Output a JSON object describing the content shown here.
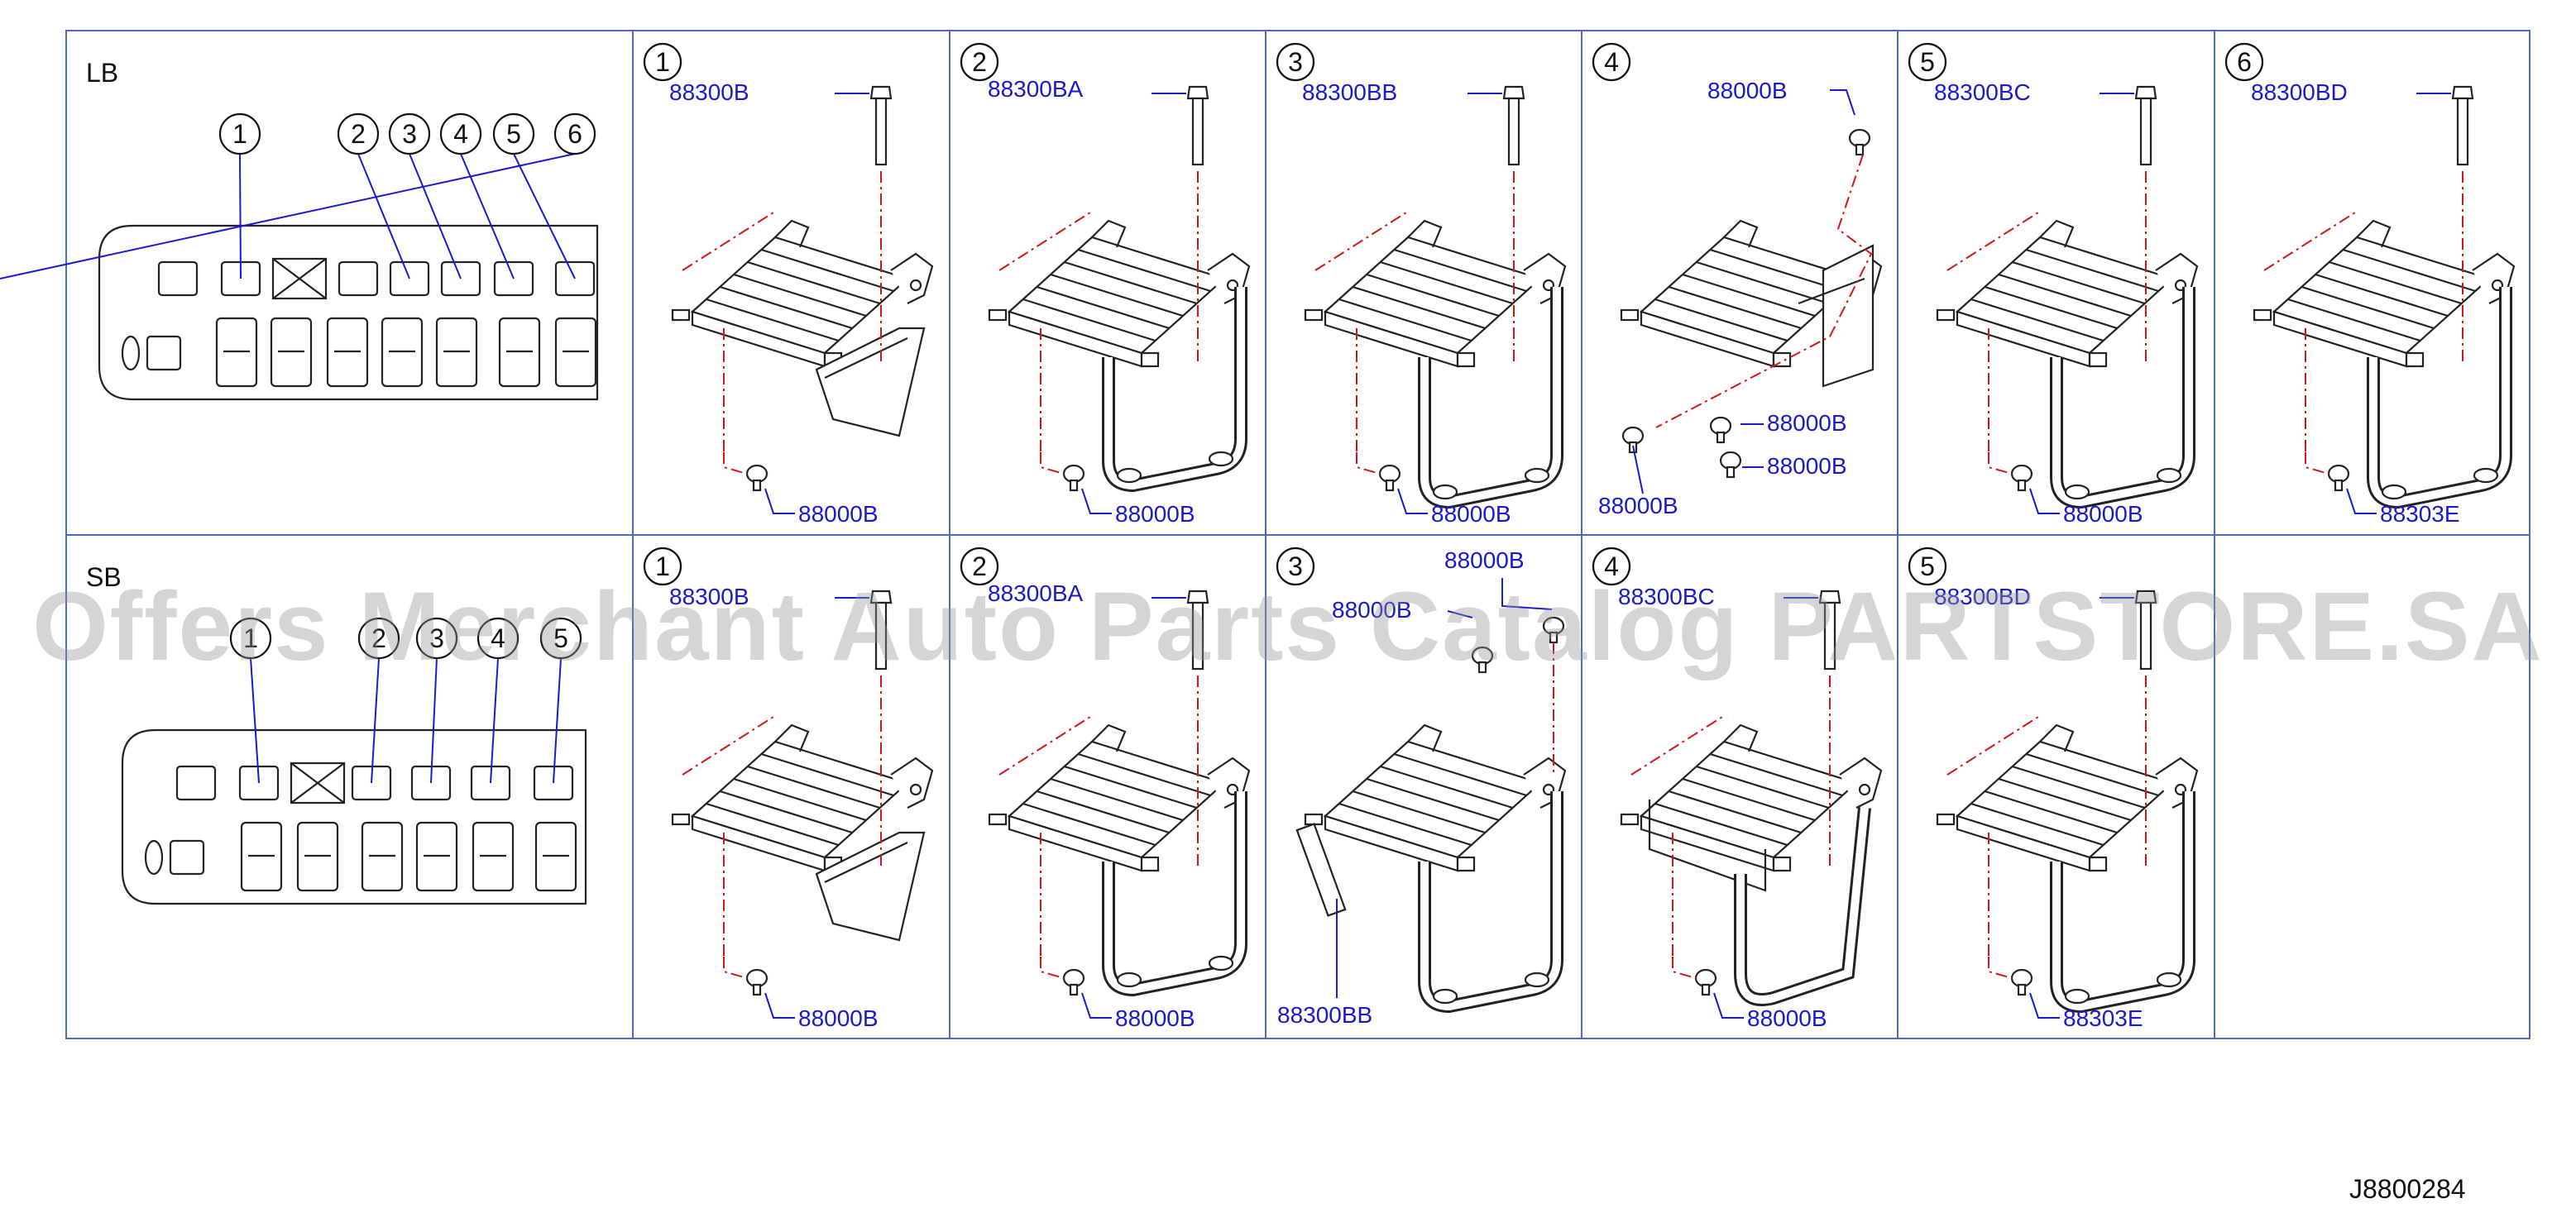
{
  "rows": [
    {
      "label": "LB",
      "overview_callouts": [
        "1",
        "2",
        "3",
        "4",
        "5",
        "6"
      ],
      "panels": [
        {
          "num": "1",
          "variant": "A",
          "top": "88300B",
          "bottom": "88000B"
        },
        {
          "num": "2",
          "variant": "B",
          "top": "88300BA",
          "bottom": "88000B"
        },
        {
          "num": "3",
          "variant": "C",
          "top": "88300BB",
          "bottom": "88000B"
        },
        {
          "num": "4",
          "variant": "D",
          "top": "88000B",
          "mid1": "88000B",
          "mid2": "88000B",
          "bottom": "88000B"
        },
        {
          "num": "5",
          "variant": "C",
          "top": "88300BC",
          "bottom": "88000B"
        },
        {
          "num": "6",
          "variant": "C",
          "top": "88300BD",
          "bottom": "88303E"
        }
      ]
    },
    {
      "label": "SB",
      "overview_callouts": [
        "1",
        "2",
        "3",
        "4",
        "5"
      ],
      "panels": [
        {
          "num": "1",
          "variant": "A",
          "top": "88300B",
          "bottom": "88000B"
        },
        {
          "num": "2",
          "variant": "B",
          "top": "88300BA",
          "bottom": "88000B"
        },
        {
          "num": "3",
          "variant": "E",
          "top": "88000B",
          "top2": "88000B",
          "bottom": "88300BB"
        },
        {
          "num": "4",
          "variant": "F",
          "top": "88300BC",
          "bottom": "88000B"
        },
        {
          "num": "5",
          "variant": "C",
          "top": "88300BD",
          "bottom": "88303E"
        }
      ]
    }
  ],
  "diagram_code": "J8800284",
  "watermark": "Offers Merchant Auto Parts Catalog PARTSTORE.SA",
  "colors": {
    "label": "#1a1acc",
    "dash": "#d01818",
    "grid": "#4a6cb8",
    "line": "#222222"
  }
}
